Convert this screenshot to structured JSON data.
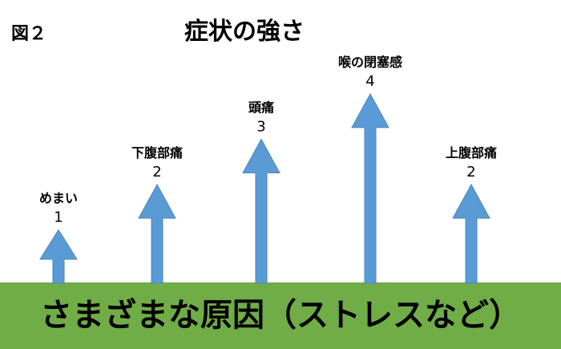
{
  "figure_label": "図２",
  "chart_data": {
    "type": "bar",
    "title": "症状の強さ",
    "categories": [
      "めまい",
      "下腹部痛",
      "頭痛",
      "喉の閉塞感",
      "上腹部痛"
    ],
    "values": [
      1,
      2,
      3,
      4,
      2
    ],
    "value_labels": [
      "1",
      "2",
      "3",
      "4",
      "2"
    ],
    "xlabel": "",
    "ylabel": "",
    "ylim": [
      0,
      4
    ],
    "grid": false,
    "legend": "none",
    "bar_color": "#5b9bd5",
    "bar_stroke": "#4a86c0"
  },
  "ground": {
    "label": "さまざまな原因（ストレスなど）",
    "color": "#70ad47"
  }
}
